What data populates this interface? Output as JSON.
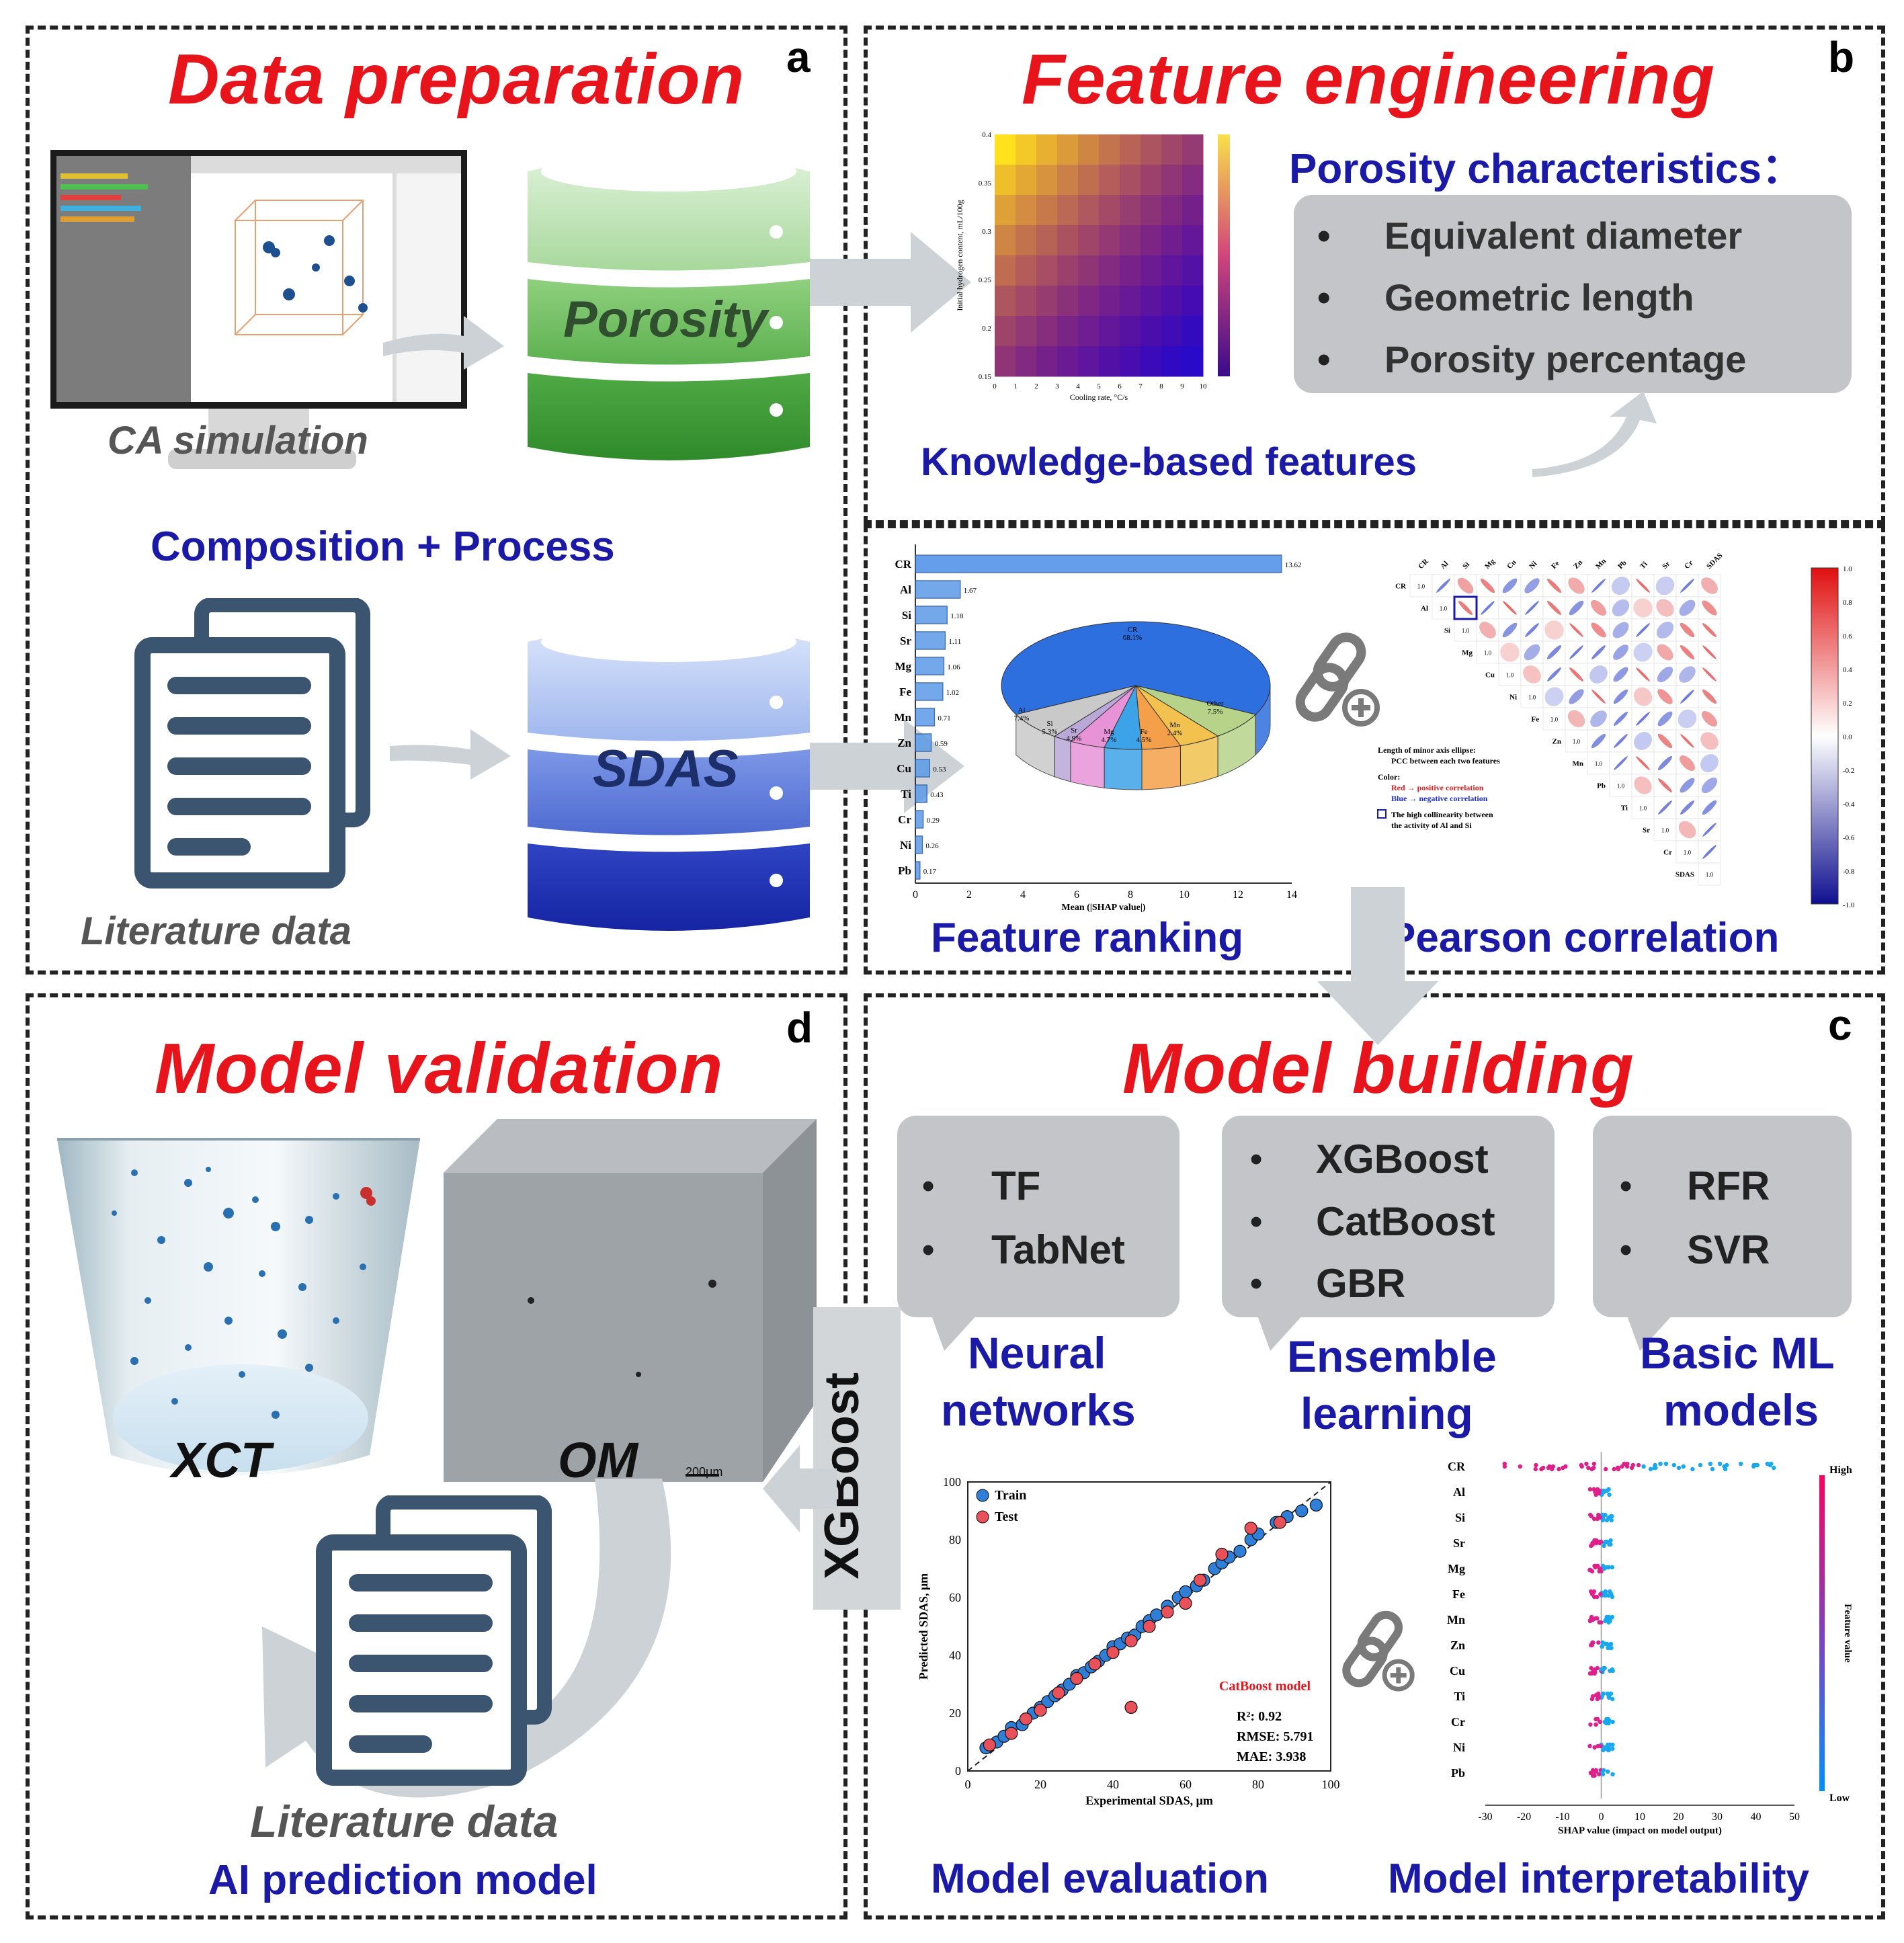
{
  "panels": {
    "a": {
      "letter": "a",
      "title": "Data preparation",
      "ca_label": "CA simulation",
      "db_porosity": "Porosity",
      "db_sdas": "SDAS",
      "composition_process": "Composition + Process",
      "literature": "Literature data"
    },
    "b": {
      "letter": "b",
      "title": "Feature engineering",
      "porosity_title": "Porosity characteristics：",
      "features": [
        "Equivalent diameter",
        "Geometric length",
        "Porosity percentage"
      ],
      "knowledge": "Knowledge-based  features",
      "heatmap": {
        "ylabel": "Initial hydrogen content, mL/100g",
        "xlabel": "Cooling rate, °C/s",
        "yticks": [
          "0.4",
          "0.35",
          "0.3",
          "0.25",
          "0.2",
          "0.15"
        ],
        "xticks": [
          "0",
          "1",
          "2",
          "3",
          "4",
          "5",
          "6",
          "7",
          "8",
          "9",
          "10"
        ]
      },
      "feature_ranking": "Feature ranking",
      "pearson": "Pearson correlation",
      "shap_bar": {
        "xlabel": "Mean (|SHAP value|)",
        "xticks": [
          "0",
          "2",
          "4",
          "6",
          "8",
          "10",
          "12",
          "14"
        ]
      },
      "pie_labels": {
        "cr": "CR",
        "cr_pct": "68.1%",
        "al": "Al",
        "al_pct": "7.4%",
        "si": "Si",
        "si_pct": "5.3%",
        "sr": "Sr",
        "sr_pct": "4.9%",
        "mg": "Mg",
        "mg_pct": "4.7%",
        "fe": "Fe",
        "fe_pct": "4.5%",
        "mn": "Mn",
        "mn_pct": "2.4%",
        "other": "Other",
        "other_pct": "7.5%"
      },
      "pearson_notes": {
        "l1": "Length of minor axis ellipse:",
        "l2": "PCC between each two features",
        "l3": "Color:",
        "l4": "Red → positive correlation",
        "l5": "Blue → negative correlation",
        "l6": "The high collinearity between",
        "l7": "the activity of Al and Si"
      },
      "corr_scale": [
        "1.0",
        "0.8",
        "0.6",
        "0.4",
        "0.2",
        "0.0",
        "-0.2",
        "-0.4",
        "-0.6",
        "-0.8",
        "-1.0"
      ]
    },
    "c": {
      "letter": "c",
      "title": "Model building",
      "groups": [
        {
          "items": [
            "TF",
            "TabNet"
          ],
          "label1": "Neural",
          "label2": "networks"
        },
        {
          "items": [
            "XGBoost",
            "CatBoost",
            "GBR"
          ],
          "label1": "Ensemble",
          "label2": "learning"
        },
        {
          "items": [
            "RFR",
            "SVR"
          ],
          "label1": "Basic ML",
          "label2": "models"
        }
      ],
      "model_eval": "Model evaluation",
      "model_interp": "Model interpretability",
      "scatter": {
        "xlabel": "Experimental SDAS, μm",
        "ylabel": "Predicted SDAS, μm",
        "legend_train": "Train",
        "legend_test": "Test",
        "model_name": "CatBoost model",
        "r2": "R²: 0.92",
        "rmse": "RMSE: 5.791",
        "mae": "MAE: 3.938",
        "ticks": [
          "0",
          "20",
          "40",
          "60",
          "80",
          "100"
        ]
      },
      "beeswarm": {
        "xlabel": "SHAP value (impact on model output)",
        "high": "High",
        "low": "Low",
        "fv": "Feature value",
        "xticks": [
          "-30",
          "-20",
          "-10",
          "0",
          "10",
          "20",
          "30",
          "40",
          "50"
        ]
      }
    },
    "d": {
      "letter": "d",
      "title": "Model validation",
      "xct": "XCT",
      "om": "OM",
      "scalebar": "200μm",
      "xgboost": "XGBoost",
      "literature": "Literature data",
      "ai_model": "AI prediction model"
    }
  },
  "colors": {
    "title_red": "#e8141c",
    "label_blue": "#1a1aa6",
    "db_green": "#5cb04f",
    "db_blue": "#2b3fb8",
    "train_blue": "#2f7fd8",
    "test_red": "#e8505a",
    "doc_navy": "#3b5470"
  },
  "chart_data": [
    {
      "type": "bar",
      "orientation": "horizontal",
      "categories": [
        "CR",
        "Al",
        "Si",
        "Sr",
        "Mg",
        "Fe",
        "Mn",
        "Zn",
        "Cu",
        "Ti",
        "Cr",
        "Ni",
        "Pb"
      ],
      "values": [
        13.62,
        1.67,
        1.18,
        1.11,
        1.06,
        1.02,
        0.71,
        0.59,
        0.53,
        0.43,
        0.29,
        0.26,
        0.17
      ],
      "xlabel": "Mean (|SHAP value|)",
      "xlim": [
        0,
        14
      ]
    },
    {
      "type": "pie",
      "categories": [
        "CR",
        "Al",
        "Si",
        "Sr",
        "Mg",
        "Fe",
        "Mn",
        "Other"
      ],
      "values": [
        68.1,
        7.4,
        5.3,
        4.9,
        4.7,
        4.5,
        2.4,
        7.5
      ]
    },
    {
      "type": "scatter",
      "xlabel": "Experimental SDAS, μm",
      "ylabel": "Predicted SDAS, μm",
      "xlim": [
        0,
        100
      ],
      "ylim": [
        0,
        100
      ],
      "series": [
        {
          "name": "Train",
          "points": [
            [
              5,
              8
            ],
            [
              8,
              10
            ],
            [
              10,
              12
            ],
            [
              12,
              15
            ],
            [
              15,
              16
            ],
            [
              18,
              20
            ],
            [
              20,
              22
            ],
            [
              22,
              24
            ],
            [
              24,
              26
            ],
            [
              26,
              28
            ],
            [
              28,
              30
            ],
            [
              30,
              33
            ],
            [
              32,
              34
            ],
            [
              34,
              36
            ],
            [
              36,
              38
            ],
            [
              38,
              40
            ],
            [
              40,
              43
            ],
            [
              42,
              44
            ],
            [
              44,
              46
            ],
            [
              46,
              47
            ],
            [
              48,
              50
            ],
            [
              50,
              52
            ],
            [
              52,
              54
            ],
            [
              55,
              57
            ],
            [
              58,
              60
            ],
            [
              60,
              62
            ],
            [
              63,
              64
            ],
            [
              65,
              66
            ],
            [
              68,
              70
            ],
            [
              70,
              72
            ],
            [
              72,
              74
            ],
            [
              75,
              76
            ],
            [
              78,
              80
            ],
            [
              80,
              82
            ],
            [
              85,
              86
            ],
            [
              88,
              88
            ],
            [
              92,
              90
            ],
            [
              96,
              92
            ]
          ]
        },
        {
          "name": "Test",
          "points": [
            [
              6,
              9
            ],
            [
              12,
              13
            ],
            [
              16,
              18
            ],
            [
              20,
              21
            ],
            [
              25,
              27
            ],
            [
              30,
              32
            ],
            [
              35,
              37
            ],
            [
              40,
              41
            ],
            [
              45,
              45
            ],
            [
              50,
              50
            ],
            [
              55,
              55
            ],
            [
              60,
              58
            ],
            [
              64,
              66
            ],
            [
              70,
              75
            ],
            [
              78,
              84
            ],
            [
              86,
              86
            ],
            [
              45,
              22
            ]
          ]
        }
      ]
    }
  ]
}
